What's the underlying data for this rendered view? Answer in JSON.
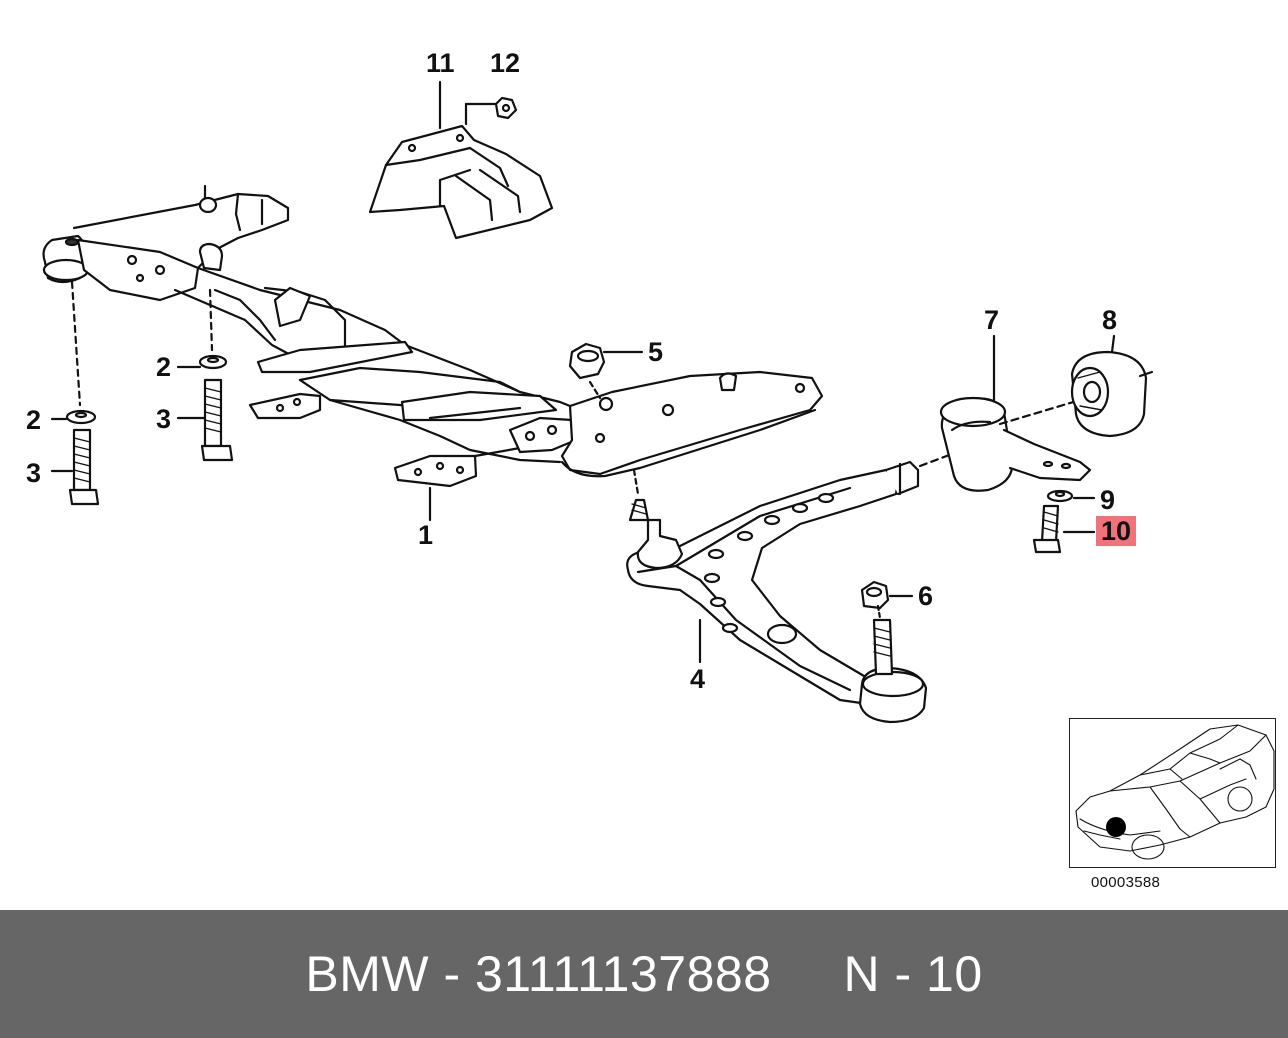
{
  "diagram": {
    "callouts": [
      "1",
      "2",
      "3",
      "2",
      "3",
      "4",
      "5",
      "6",
      "7",
      "8",
      "9",
      "10",
      "11",
      "12"
    ],
    "highlighted_callout": "10",
    "diagram_code": "00003588",
    "colors": {
      "highlight": "#f0727a",
      "footer_background": "#666666",
      "line_art": "#111111",
      "locator_dot": "#000000"
    }
  },
  "footer": {
    "text": "BMW - 31111137888     N - 10"
  }
}
